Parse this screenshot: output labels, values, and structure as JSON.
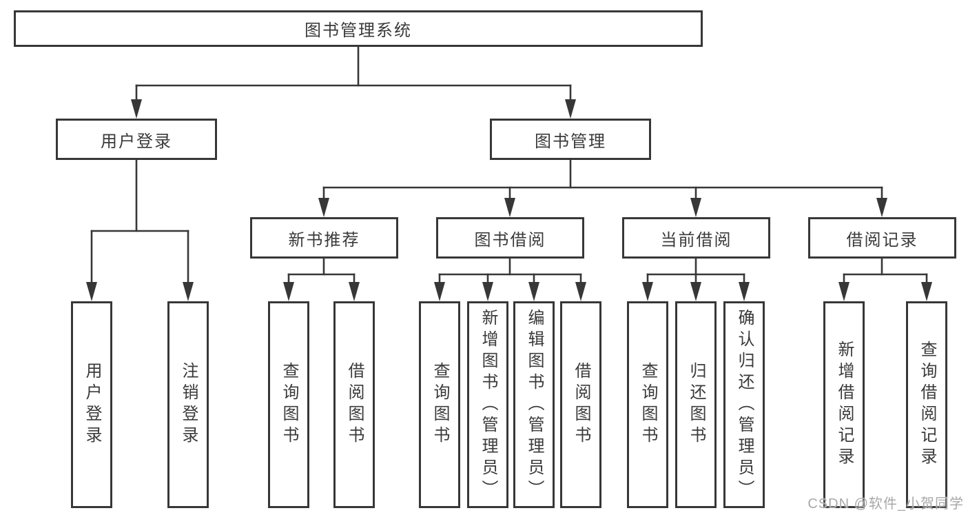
{
  "diagram": {
    "root": "图书管理系统",
    "branches": {
      "user_login": "用户登录",
      "book_mgmt": "图书管理"
    },
    "sections": {
      "new_books": "新书推荐",
      "book_borrow": "图书借阅",
      "current_borrow": "当前借阅",
      "borrow_records": "借阅记录"
    },
    "leaves": {
      "user_login": [
        "用户登录",
        "注销登录"
      ],
      "new_books": [
        "查询图书",
        "借阅图书"
      ],
      "book_borrow": [
        "查询图书",
        "新增图书（管理员）",
        "编辑图书（管理员）",
        "借阅图书"
      ],
      "current_borrow": [
        "查询图书",
        "归还图书",
        "确认归还（管理员）"
      ],
      "borrow_records": [
        "新增借阅记录",
        "查询借阅记录"
      ]
    }
  },
  "watermark": "CSDN @软件_小贺同学",
  "colors": {
    "line": "#373737",
    "box_border": "#373737",
    "text": "#3a3a3a",
    "background": "#ffffff",
    "watermark": "#a8a8a8"
  }
}
